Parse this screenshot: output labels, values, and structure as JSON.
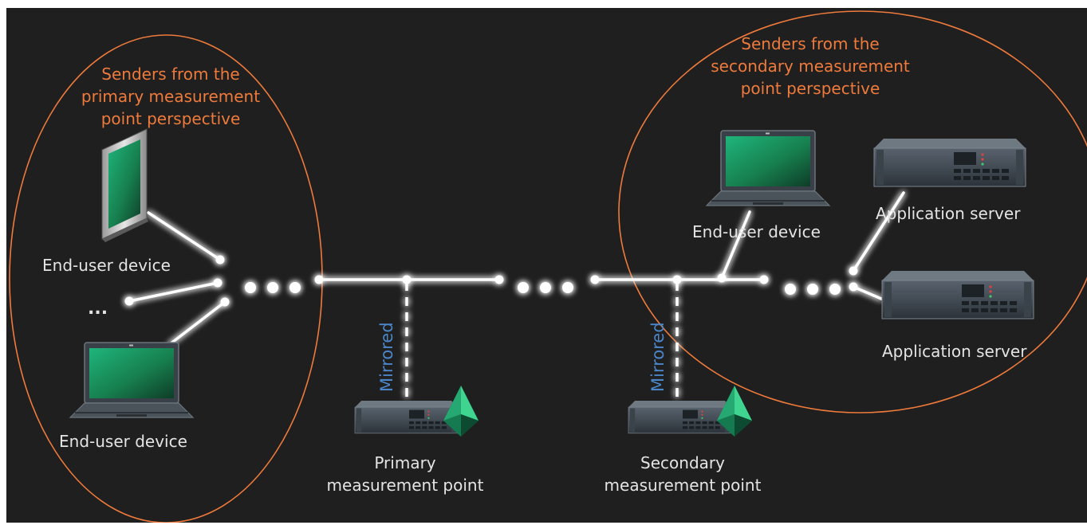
{
  "groups": {
    "left": {
      "lines": [
        "Senders from the",
        "primary measurement",
        "point perspective"
      ]
    },
    "right": {
      "lines": [
        "Senders from the",
        "secondary measurement",
        "point perspective"
      ]
    }
  },
  "labels": {
    "tablet": "End-user device",
    "ellipsis": "...",
    "laptop_left": "End-user device",
    "laptop_right": "End-user device",
    "server_top": "Application server",
    "server_bottom": "Application server",
    "primary_point": [
      "Primary",
      "measurement point"
    ],
    "secondary_point": [
      "Secondary",
      "measurement point"
    ],
    "mirrored": "Mirrored"
  },
  "colors": {
    "background": "#1f1f1f",
    "ellipse": "#ee7a3c",
    "group_text": "#ee7a3c",
    "mirrored_text": "#4a86c8",
    "link_glow": "#5fa8ff",
    "screen": "#1e9a68"
  },
  "icons": [
    "tablet-icon",
    "laptop-icon",
    "server-icon",
    "measurement-device-icon",
    "diamond-logo-icon"
  ]
}
